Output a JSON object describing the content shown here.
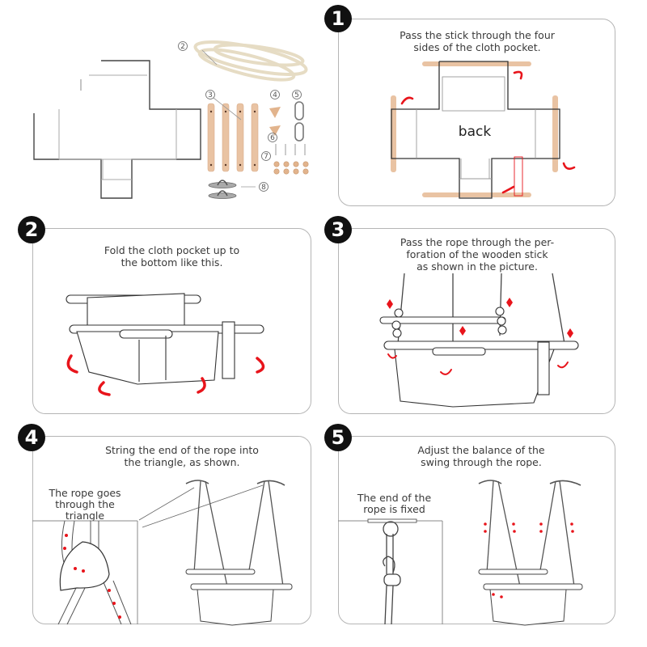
{
  "parts_overview": {
    "part_labels": [
      "2",
      "3",
      "4",
      "5",
      "6",
      "7",
      "8"
    ],
    "part_names": {
      "2": "rope",
      "3": "wooden-sticks",
      "4": "triangle-adjusters",
      "5": "carabiners",
      "6": "screws",
      "7": "washers",
      "8": "ceiling-mount-plates"
    }
  },
  "steps": [
    {
      "number": "1",
      "caption": [
        "Pass the stick through the four",
        "sides of the cloth pocket."
      ],
      "diagram_label": "back"
    },
    {
      "number": "2",
      "caption": [
        "Fold the cloth pocket up to",
        "the bottom like this."
      ]
    },
    {
      "number": "3",
      "caption": [
        "Pass the rope through the per-",
        "foration of the wooden stick",
        "as shown in the picture."
      ]
    },
    {
      "number": "4",
      "caption": [
        "String the end of the rope into",
        "the triangle, as shown."
      ],
      "inset_caption": [
        "The rope goes",
        "through the",
        "triangle"
      ]
    },
    {
      "number": "5",
      "caption": [
        "Adjust the balance of the",
        "swing through the rope."
      ],
      "inset_caption": [
        "The end of the",
        "rope is fixed"
      ]
    }
  ],
  "colors": {
    "arrow": "#e8141b",
    "wood": "#e9c3a3",
    "outline": "#333333",
    "panel_border": "#b5b5b5",
    "badge": "#111111"
  }
}
